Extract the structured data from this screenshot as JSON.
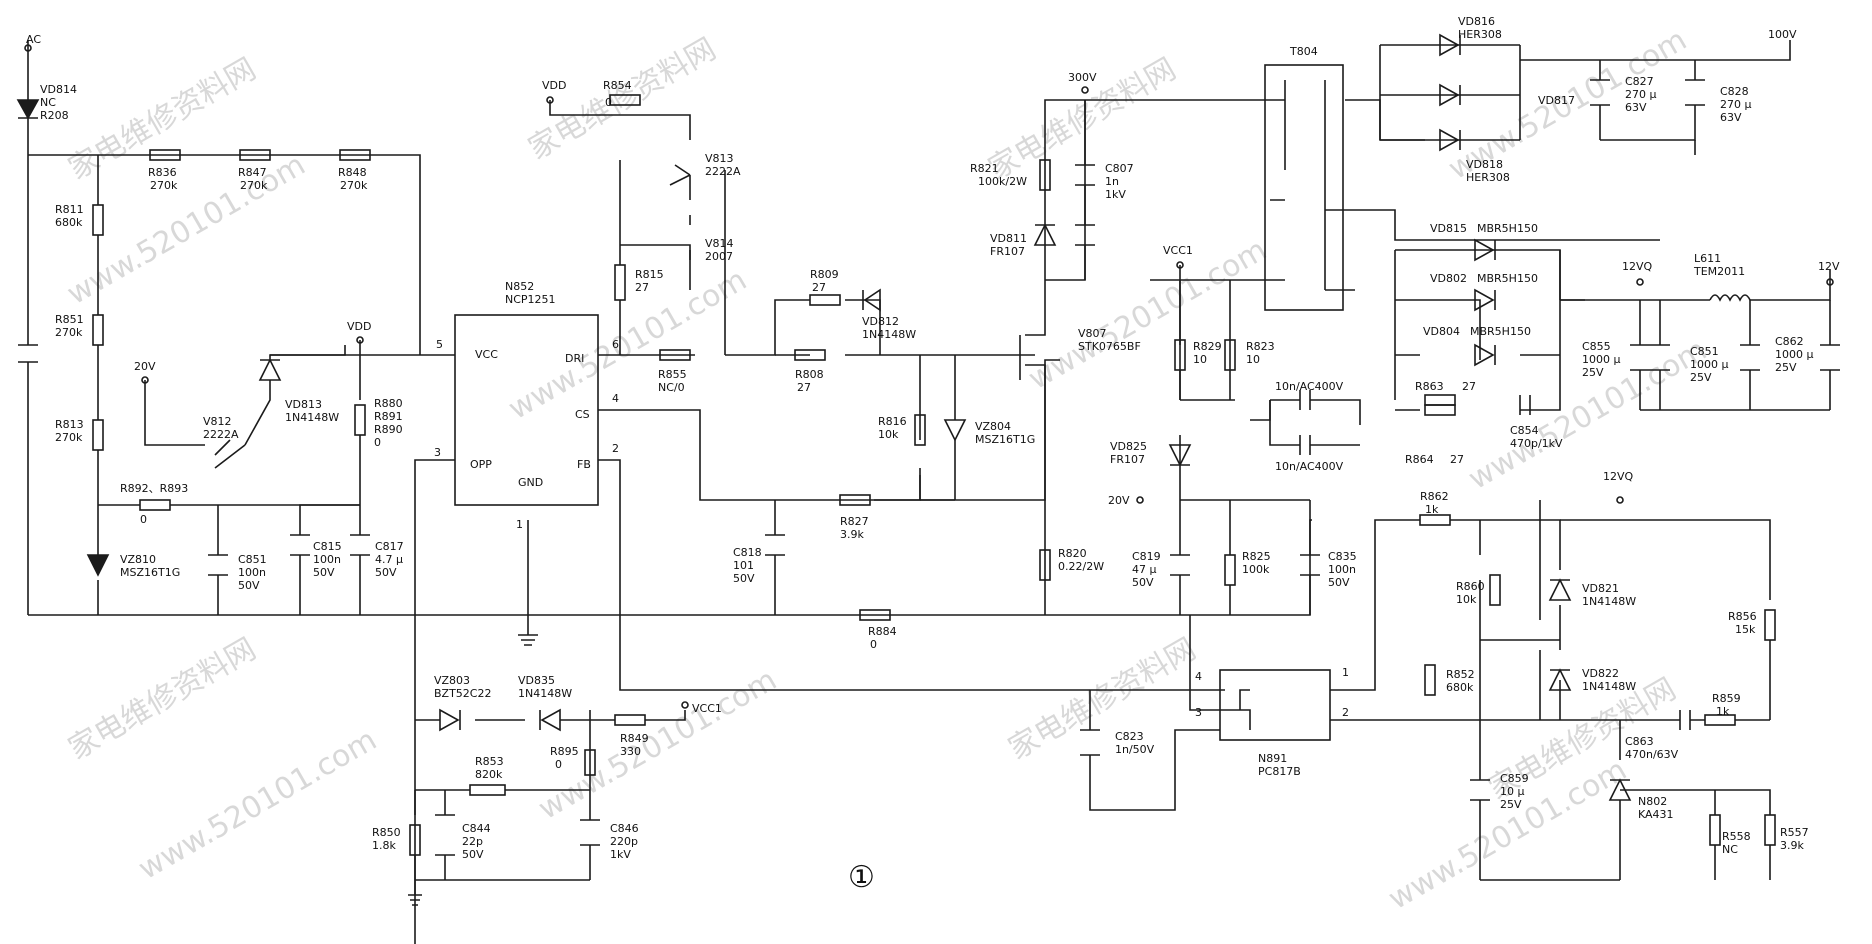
{
  "figure": {
    "number": "①",
    "watermarks": [
      "家电维修资料网",
      "www.520101.com"
    ]
  },
  "nets": {
    "ac": "AC",
    "vdd": "VDD",
    "vdd_left": "VDD",
    "v20_left": "20V",
    "v300": "300V",
    "vcc1": "VCC1",
    "vcc1_low": "VCC1",
    "v20_right": "20V",
    "v100": "100V",
    "v12vq": "12VQ",
    "v12v": "12V",
    "v12vq_low": "12VQ"
  },
  "ic": {
    "name": "N852",
    "part": "NCP1251",
    "pins": {
      "vcc": "VCC",
      "dr": "DRI",
      "cs": "CS",
      "fb": "FB",
      "opp": "OPP",
      "gnd": "GND",
      "n5": "5",
      "n6": "6",
      "n4": "4",
      "n2": "2",
      "n3": "3",
      "n1": "1"
    }
  },
  "components": {
    "vd814": [
      "VD814",
      "NC",
      "R208"
    ],
    "r836": [
      "R836",
      "270k"
    ],
    "r847": [
      "R847",
      "270k"
    ],
    "r848": [
      "R848",
      "270k"
    ],
    "r811": [
      "R811",
      "680k"
    ],
    "r851": [
      "R851",
      "270k"
    ],
    "r813": [
      "R813",
      "270k"
    ],
    "v812": [
      "V812",
      "2222A"
    ],
    "vd813": [
      "VD813",
      "1N4148W"
    ],
    "r880": [
      "R880",
      "R891",
      "R890",
      "0"
    ],
    "r892": [
      "R892、R893",
      "0"
    ],
    "vz810": [
      "VZ810",
      "MSZ16T1G"
    ],
    "c851a": [
      "C851",
      "100n",
      "50V"
    ],
    "c815": [
      "C815",
      "100n",
      "50V"
    ],
    "c817": [
      "C817",
      "4.7 μ",
      "50V"
    ],
    "r854": [
      "R854",
      "0"
    ],
    "v813": [
      "V813",
      "2222A"
    ],
    "v814": [
      "V814",
      "2007"
    ],
    "r815": [
      "R815",
      "27"
    ],
    "r855": [
      "R855",
      "NC/0"
    ],
    "r809": [
      "R809",
      "27"
    ],
    "r808": [
      "R808",
      "27"
    ],
    "vd812": [
      "VD812",
      "1N4148W"
    ],
    "r816": [
      "R816",
      "10k"
    ],
    "vz804": [
      "VZ804",
      "MSZ16T1G"
    ],
    "c818": [
      "C818",
      "101",
      "50V"
    ],
    "r827": [
      "R827",
      "3.9k"
    ],
    "r884": [
      "R884",
      "0"
    ],
    "r821": [
      "R821",
      "100k/2W"
    ],
    "c807": [
      "C807",
      "1n",
      "1kV"
    ],
    "vd811": [
      "VD811",
      "FR107"
    ],
    "v807": [
      "V807",
      "STK0765BF"
    ],
    "r820": [
      "R820",
      "0.22/2W"
    ],
    "t804": [
      "T804"
    ],
    "r829": [
      "R829",
      "10"
    ],
    "r823": [
      "R823",
      "10"
    ],
    "vd825": [
      "VD825",
      "FR107"
    ],
    "c819": [
      "C819",
      "47 μ",
      "50V"
    ],
    "r825": [
      "R825",
      "100k"
    ],
    "c835": [
      "C835",
      "100n",
      "50V"
    ],
    "c_ac1": [
      "10n/AC400V"
    ],
    "c_ac2": [
      "10n/AC400V"
    ],
    "vd816": [
      "VD816",
      "HER308"
    ],
    "vd817": [
      "VD817"
    ],
    "vd818": [
      "VD818",
      "HER308"
    ],
    "c827": [
      "C827",
      "270 μ",
      "63V"
    ],
    "c828": [
      "C828",
      "270 μ",
      "63V"
    ],
    "vd815": [
      "VD815",
      "MBR5H150"
    ],
    "vd802": [
      "VD802",
      "MBR5H150"
    ],
    "vd804": [
      "VD804",
      "MBR5H150"
    ],
    "r863": [
      "R863",
      "27"
    ],
    "r864": [
      "R864",
      "27"
    ],
    "c854": [
      "C854",
      "470p/1kV"
    ],
    "l611": [
      "L611",
      "TEM2011"
    ],
    "c855": [
      "C855",
      "1000 μ",
      "25V"
    ],
    "c851b": [
      "C851",
      "1000 μ",
      "25V"
    ],
    "c862": [
      "C862",
      "1000 μ",
      "25V"
    ],
    "vz803": [
      "VZ803",
      "BZT52C22"
    ],
    "vd835": [
      "VD835",
      "1N4148W"
    ],
    "r849": [
      "R849",
      "330"
    ],
    "r853": [
      "R853",
      "820k"
    ],
    "r895": [
      "R895",
      "0"
    ],
    "r850": [
      "R850",
      "1.8k"
    ],
    "c844": [
      "C844",
      "22p",
      "50V"
    ],
    "c846": [
      "C846",
      "220p",
      "1kV"
    ],
    "c823": [
      "C823",
      "1n/50V"
    ],
    "n891": [
      "N891",
      "PC817B"
    ],
    "n891_pins": [
      "4",
      "3",
      "1",
      "2"
    ],
    "r862": [
      "R862",
      "1k"
    ],
    "r860": [
      "R860",
      "10k"
    ],
    "r852": [
      "R852",
      "680k"
    ],
    "c859": [
      "C859",
      "10 μ",
      "25V"
    ],
    "vd821": [
      "VD821",
      "1N4148W"
    ],
    "vd822": [
      "VD822",
      "1N4148W"
    ],
    "r856": [
      "R856",
      "15k"
    ],
    "c863": [
      "C863",
      "470n/63V"
    ],
    "r859": [
      "R859",
      "1k"
    ],
    "n802": [
      "N802",
      "KA431"
    ],
    "r558": [
      "R558",
      "NC"
    ],
    "r557": [
      "R557",
      "3.9k"
    ]
  }
}
